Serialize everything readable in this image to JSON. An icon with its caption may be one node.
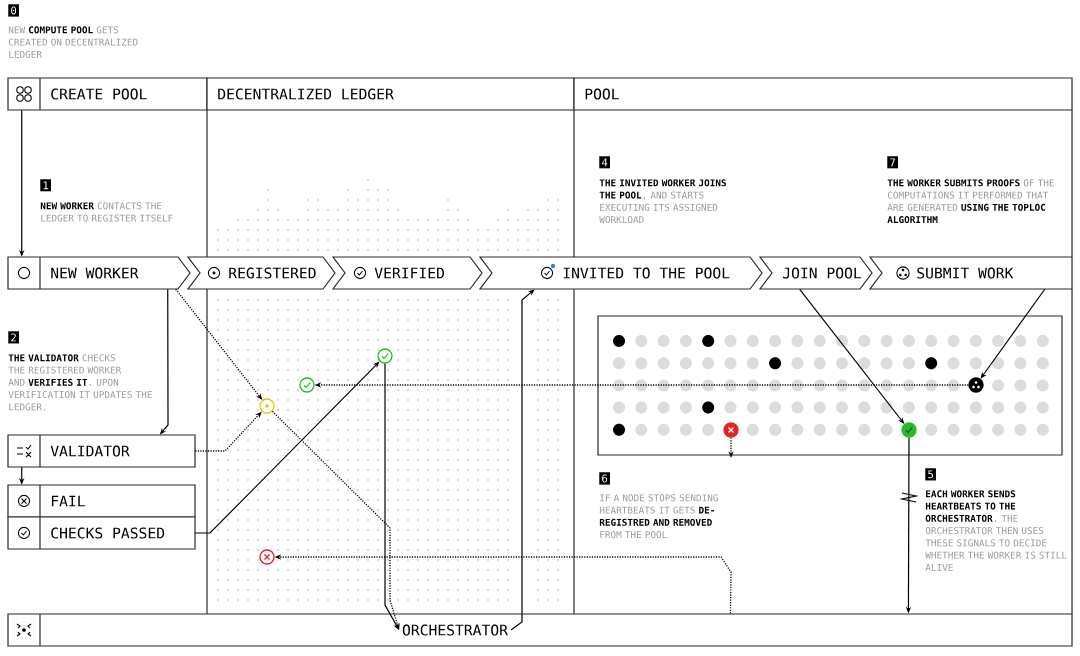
{
  "diagram": {
    "nodes": [
      {
        "text": [
          "CREATE POOL"
        ]
      },
      {
        "text": [
          "DECENTRALIZED LEDGER"
        ]
      },
      {
        "text": [
          "POOL"
        ]
      },
      {
        "text": [
          "NEW WORKER"
        ]
      },
      {
        "text": [
          "REGISTERED"
        ]
      },
      {
        "text": [
          "VERIFIED"
        ]
      },
      {
        "text": [
          "INVITED TO THE POOL"
        ]
      },
      {
        "text": [
          "JOIN POOL"
        ]
      },
      {
        "text": [
          "SUBMIT WORK"
        ]
      },
      {
        "text": [
          "VALIDATOR"
        ]
      },
      {
        "text": [
          "FAIL"
        ]
      },
      {
        "text": [
          "CHECKS PASSED"
        ]
      },
      {
        "text": [],
        "shape": "circle"
      },
      {
        "text": [],
        "shape": "circle"
      },
      {
        "text": [],
        "shape": "circle"
      },
      {
        "text": [],
        "shape": "circle"
      },
      {
        "text": [],
        "shape": "box"
      },
      {
        "text": [],
        "shape": "circle",
        "in": 16
      },
      {
        "text": [],
        "shape": "circle",
        "in": 16
      },
      {
        "text": [],
        "shape": "circle",
        "in": 16
      },
      {
        "text": [],
        "shape": "box"
      },
      {
        "text": [
          "ORCHESTRATOR"
        ],
        "in": 20
      }
    ],
    "edges": [
      {
        "from": 0,
        "to": 3,
        "arrow": "to"
      },
      {
        "from": 3,
        "to": 9,
        "arrow": "to"
      },
      {
        "from": 3,
        "to": 12,
        "arrow": "to",
        "style": "dashed"
      },
      {
        "from": 9,
        "to": 12,
        "arrow": "to",
        "style": "dashed"
      },
      {
        "from": 9,
        "to": 10,
        "arrow": "to"
      },
      {
        "from": 11,
        "to": 14,
        "arrow": "to"
      },
      {
        "from": 14,
        "to": 21,
        "arrow": "to"
      },
      {
        "from": 12,
        "to": 21,
        "arrow": "to",
        "style": "dashed"
      },
      {
        "from": 21,
        "to": 6,
        "arrow": "to"
      },
      {
        "from": 19,
        "to": 13,
        "arrow": "to",
        "style": "dashed"
      },
      {
        "from": 7,
        "to": 18,
        "arrow": "to"
      },
      {
        "from": 8,
        "to": 19,
        "arrow": "to"
      },
      {
        "from": 18,
        "to": 20,
        "arrow": "to"
      },
      {
        "from": 17,
        "to": null,
        "arrow": "to",
        "style": "dashed"
      },
      {
        "from": 20,
        "to": 15,
        "arrow": "to",
        "style": "dashed"
      }
    ],
    "labels": [
      "0",
      "NEW **COMPUTE POOL** GETS CREATED ON DECENTRALIZED LEDGER",
      "1",
      "**NEW WORKER** CONTACTS THE LEDGER TO REGISTER ITSELF",
      "4",
      "**THE INVITED WORKER JOINS THE POOL**, AND STARTS EXECUTING ITS ASSIGNED WORKLOAD",
      "7",
      "**THE WORKER SUBMITS PROOFS** OF THE COMPUTATIONS IT PERFORMED THAT ARE GENERATED **USING THE TOPLOC ALGORITHM**",
      "2",
      "**THE VALIDATOR** CHECKS THE REGISTERED WORKER AND **VERIFIES IT**. UPON VERIFICATION IT UPDATES THE LEDGER.",
      "6",
      "IF A NODE STOPS SENDING HEARTBEATS IT GETS **DE-REGISTRED AND REMOVED** FROM THE POOL",
      "5",
      "**EACH WORKER SENDS HEARTBEATS TO THE ORCHESTRATOR**. THE ORCHESTRATOR THEN USES THESE SIGNALS TO DECIDE WHETHER THE WORKER IS STILL ALIVE"
    ]
  }
}
